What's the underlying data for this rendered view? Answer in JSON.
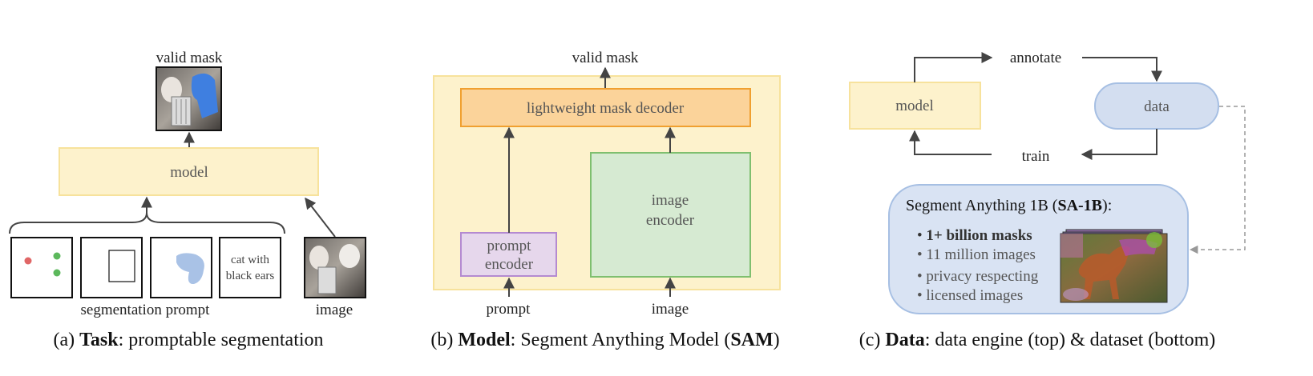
{
  "panel_a": {
    "valid_mask_label": "valid mask",
    "model_label": "model",
    "prompt_text": [
      "cat with",
      "black ears"
    ],
    "segmentation_prompt_label": "segmentation prompt",
    "image_label": "image",
    "caption_prefix": "(a) ",
    "caption_bold": "Task",
    "caption_rest": ": promptable segmentation",
    "colors": {
      "model_fill": "#fdf2cc",
      "model_stroke": "#f7e29c",
      "red_dot": "#e06666",
      "green_dot": "#5cb85c",
      "blob": "#a9c2e6"
    }
  },
  "panel_b": {
    "valid_mask_label": "valid mask",
    "decoder_label": "lightweight mask decoder",
    "image_encoder_label": [
      "image",
      "encoder"
    ],
    "prompt_encoder_label": [
      "prompt",
      "encoder"
    ],
    "prompt_label": "prompt",
    "image_label": "image",
    "caption_prefix": "(b) ",
    "caption_bold1": "Model",
    "caption_mid": ": Segment Anything Model (",
    "caption_bold2": "SAM",
    "caption_end": ")",
    "colors": {
      "bg_fill": "#fdf2cc",
      "decoder_fill": "#fbd39a",
      "decoder_stroke": "#f0a030",
      "encoder_fill": "#d6ead2",
      "encoder_stroke": "#7fbf6f",
      "prompt_fill": "#e6d7ec",
      "prompt_stroke": "#b48ad0"
    }
  },
  "panel_c": {
    "annotate_label": "annotate",
    "train_label": "train",
    "model_label": "model",
    "data_label": "data",
    "dataset_title_prefix": "Segment Anything 1B (",
    "dataset_title_bold": "SA-1B",
    "dataset_title_suffix": "):",
    "bullets": [
      {
        "text": "1+ billion masks",
        "bold": true
      },
      {
        "text": "11 million images",
        "bold": false
      },
      {
        "text": "privacy respecting",
        "bold": false
      },
      {
        "text": "licensed images",
        "bold": false
      }
    ],
    "bullet_char": "•",
    "caption_prefix": "(c) ",
    "caption_bold": "Data",
    "caption_rest": ": data engine (top) & dataset (bottom)",
    "colors": {
      "data_fill": "#d3def0",
      "data_stroke": "#a6bfe3",
      "dataset_fill": "#d9e3f3",
      "dataset_stroke": "#a6bfe3"
    }
  }
}
